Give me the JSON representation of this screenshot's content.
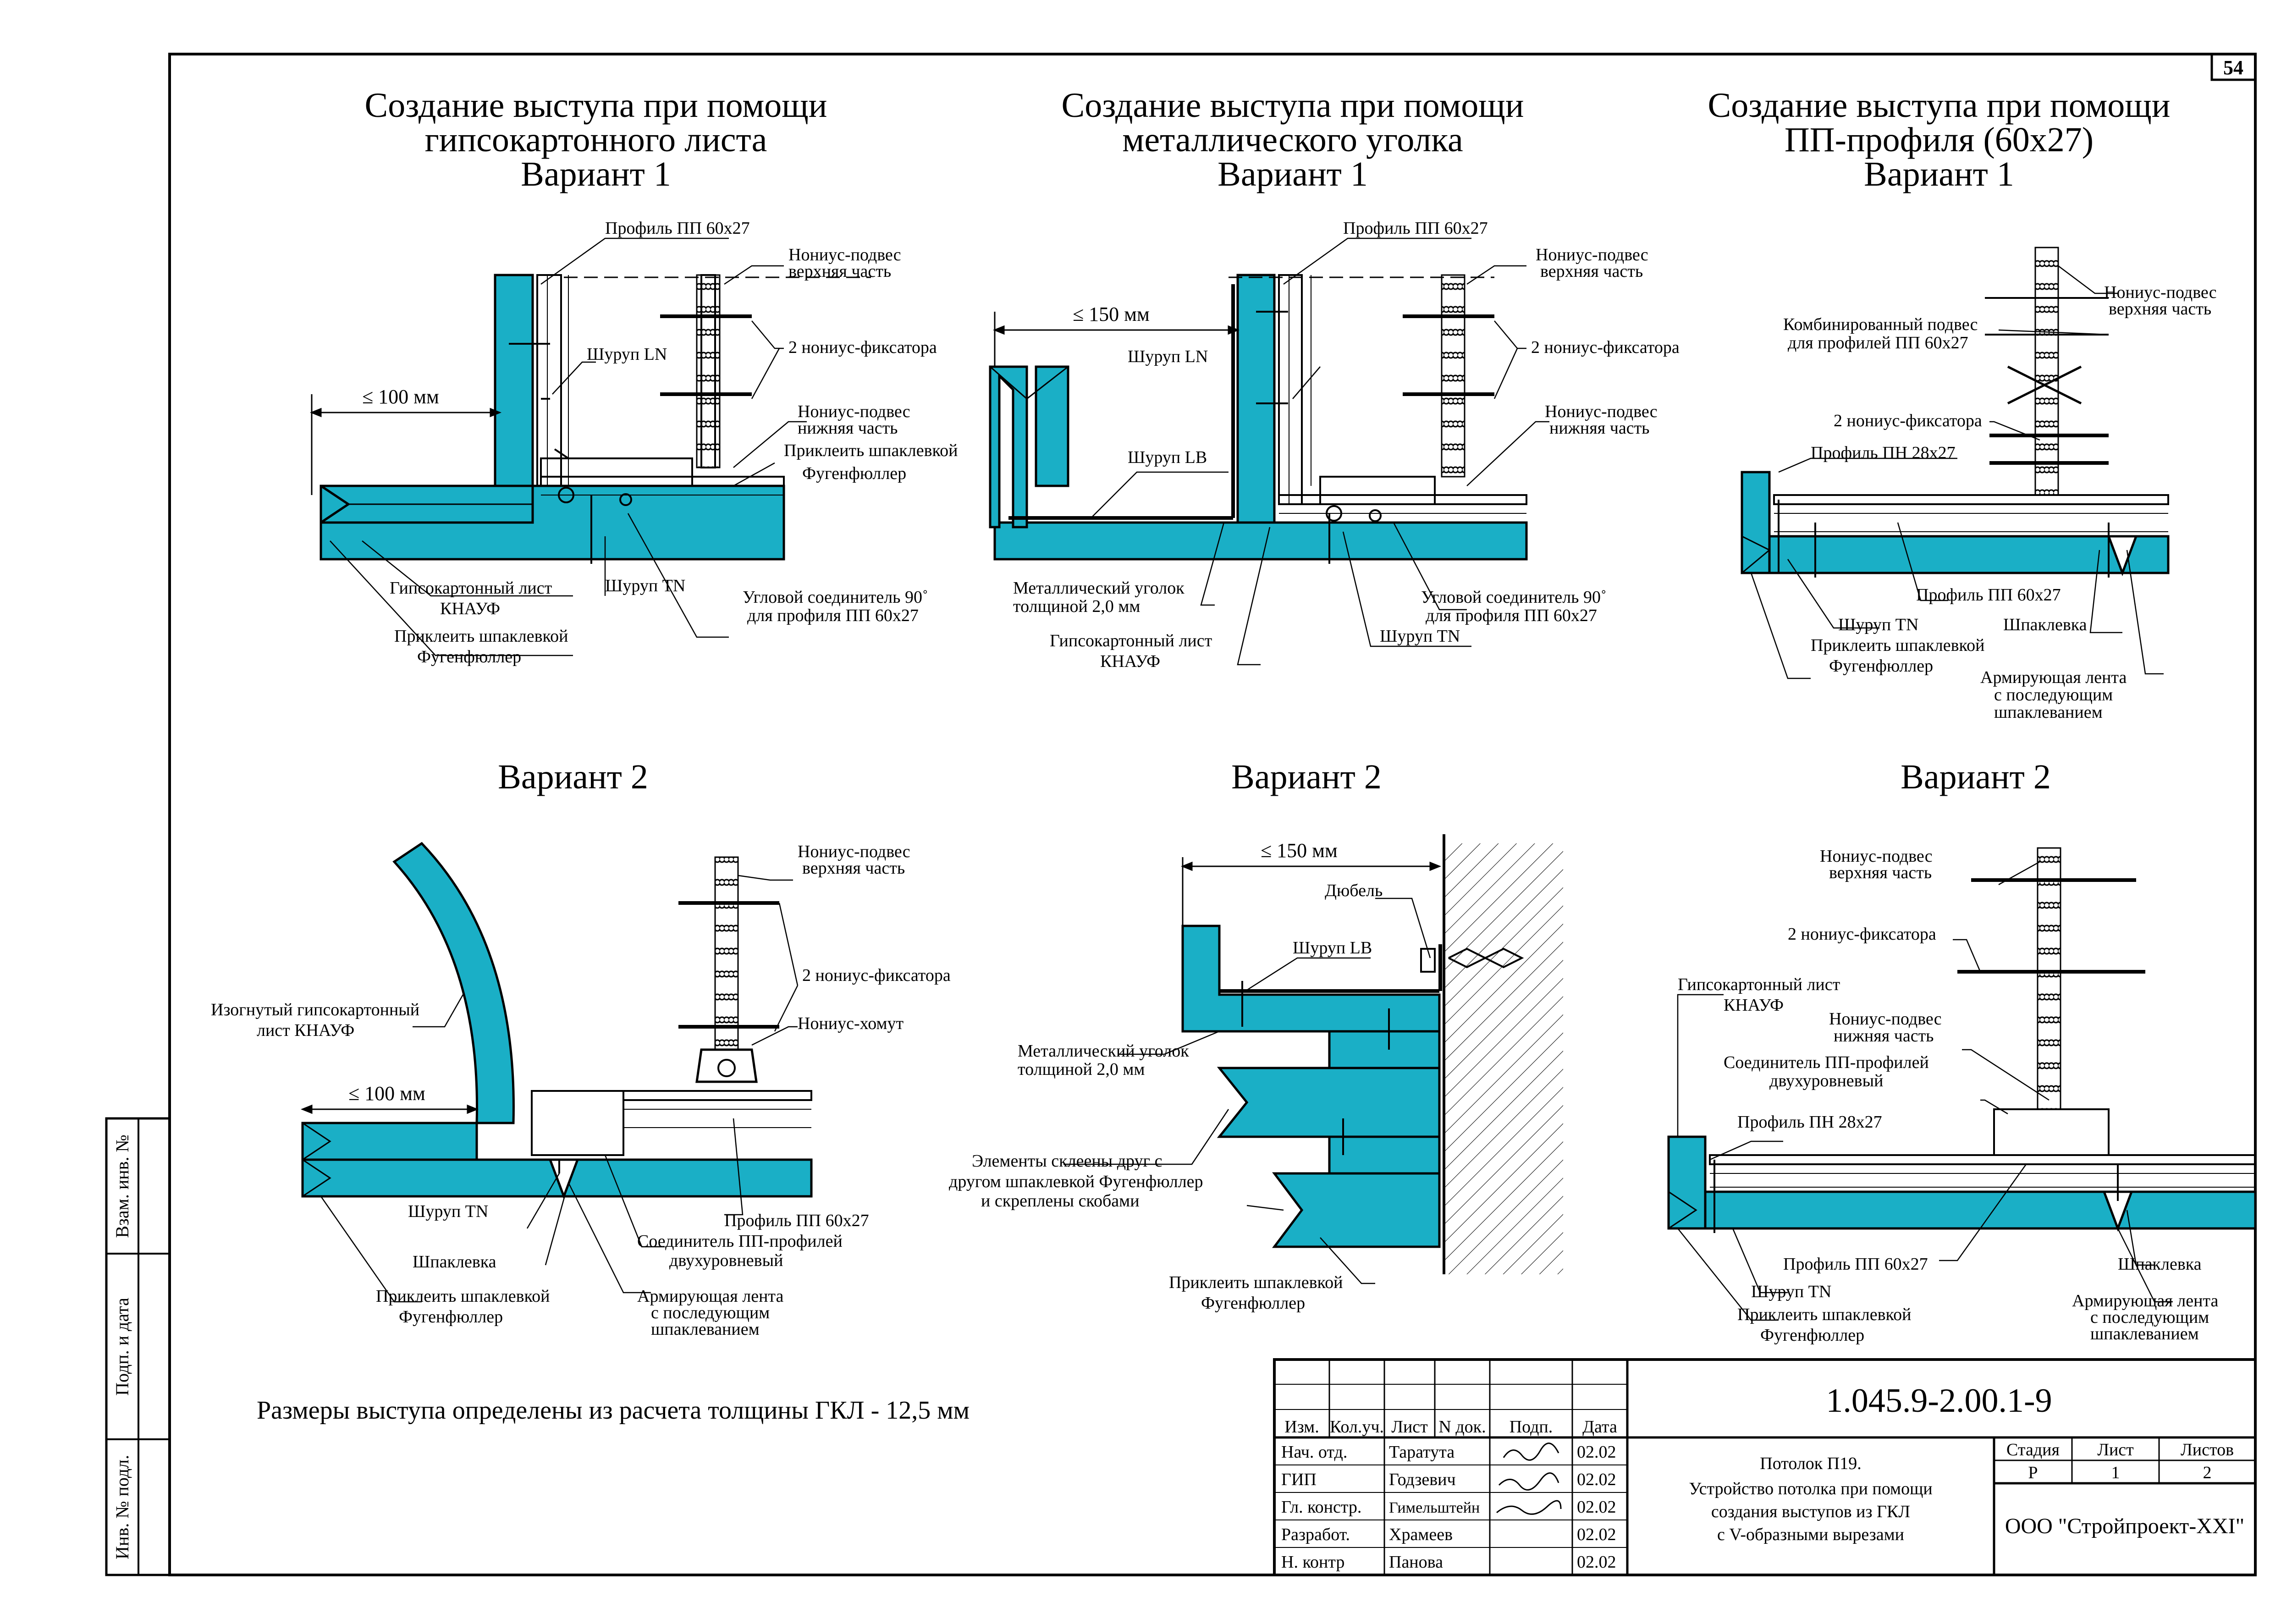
{
  "sheet_number": "54",
  "side_labels": [
    "Взам. инв. №",
    "Подп. и дата",
    "Инв. № подл."
  ],
  "titles": [
    [
      "Создание выступа при помощи",
      "гипсокартонного листа",
      "Вариант 1"
    ],
    [
      "Создание выступа при помощи",
      "металлического уголка",
      "Вариант 1"
    ],
    [
      "Создание выступа при помощи",
      "ПП-профиля (60х27)",
      "Вариант 1"
    ]
  ],
  "variant2": "Вариант 2",
  "colors": {
    "gkl": "#1AAFC6",
    "line": "#000000"
  },
  "callouts": {
    "d1": {
      "profile": "Профиль ПП 60х27",
      "hanger_top": [
        "Нониус-подвес",
        "верхняя часть"
      ],
      "screw_ln": "Шуруп LN",
      "fixators": "2 нониус-фиксатора",
      "hanger_bottom": [
        "Нониус-подвес",
        "нижняя часть"
      ],
      "glue": [
        "Приклеить шпаклевкой",
        "Фугенфюллер"
      ],
      "dim": "≤ 100 мм",
      "gkl": [
        "Гипсокартонный лист",
        "КНАУФ"
      ],
      "screw_tn": "Шуруп TN",
      "glue2": [
        "Приклеить шпаклевкой",
        "Фугенфюллер"
      ],
      "corner": [
        "Угловой соединитель 90˚",
        "для профиля ПП 60х27"
      ]
    },
    "d2": {
      "profile": "Профиль ПП 60х27",
      "hanger_top": [
        "Нониус-подвес",
        "верхняя часть"
      ],
      "dim": "≤ 150 мм",
      "screw_ln": "Шуруп LN",
      "fixators": "2 нониус-фиксатора",
      "hanger_bottom": [
        "Нониус-подвес",
        "нижняя часть"
      ],
      "screw_lb": "Шуруп LB",
      "angle": [
        "Металлический уголок",
        "толщиной 2,0 мм"
      ],
      "gkl": [
        "Гипсокартонный лист",
        "КНАУФ"
      ],
      "corner": [
        "Угловой соединитель 90˚",
        "для профиля ПП 60х27"
      ],
      "screw_tn": "Шуруп TN"
    },
    "d3": {
      "hanger_top": [
        "Нониус-подвес",
        "верхняя часть"
      ],
      "combined": [
        "Комбинированный подвес",
        "для профилей ПП 60х27"
      ],
      "fixators": "2 нониус-фиксатора",
      "pn": "Профиль ПН 28х27",
      "pp": "Профиль ПП 60х27",
      "screw_tn": "Шуруп TN",
      "putty": "Шпаклевка",
      "glue": [
        "Приклеить шпаклевкой",
        "Фугенфюллер"
      ],
      "tape": [
        "Армирующая лента",
        "с последующим",
        "шпаклеванием"
      ]
    },
    "d4": {
      "hanger_top": [
        "Нониус-подвес",
        "верхняя часть"
      ],
      "fixators": "2 нониус-фиксатора",
      "clamp": "Нониус-хомут",
      "bent": [
        "Изогнутый гипсокартонный",
        "лист КНАУФ"
      ],
      "dim": "≤ 100 мм",
      "pp": "Профиль ПП 60х27",
      "screw_tn": "Шуруп TN",
      "connector": [
        "Соединитель ПП-профилей",
        "двухуровневый"
      ],
      "putty": "Шпаклевка",
      "tape": [
        "Армирующая лента",
        "с последующим",
        "шпаклеванием"
      ],
      "glue": [
        "Приклеить шпаклевкой",
        "Фугенфюллер"
      ]
    },
    "d5": {
      "dim": "≤ 150 мм",
      "dowel": "Дюбель",
      "screw_lb": "Шуруп LB",
      "angle": [
        "Металлический уголок",
        "толщиной 2,0 мм"
      ],
      "glued": [
        "Элементы склеены друг с",
        "другом шпаклевкой Фугенфюллер",
        "и скреплены скобами"
      ],
      "glue": [
        "Приклеить шпаклевкой",
        "Фугенфюллер"
      ]
    },
    "d6": {
      "hanger_top": [
        "Нониус-подвес",
        "верхняя часть"
      ],
      "fixators": "2 нониус-фиксатора",
      "gkl": [
        "Гипсокартонный лист",
        "КНАУФ"
      ],
      "hanger_bottom": [
        "Нониус-подвес",
        "нижняя часть"
      ],
      "connector": [
        "Соединитель ПП-профилей",
        "двухуровневый"
      ],
      "pn": "Профиль ПН 28х27",
      "pp": "Профиль ПП 60х27",
      "putty": "Шпаклевка",
      "screw_tn": "Шуруп TN",
      "glue": [
        "Приклеить шпаклевкой",
        "Фугенфюллер"
      ],
      "tape": [
        "Армирующая лента",
        "с последующим",
        "шпаклеванием"
      ]
    }
  },
  "footnote": "Размеры выступа определены из расчета толщины ГКЛ - 12,5 мм",
  "stamp": {
    "code": "1.045.9-2.00.1-9",
    "headers": [
      "Изм.",
      "Кол.уч.",
      "Лист",
      "N док.",
      "Подп.",
      "Дата"
    ],
    "rows": [
      {
        "role": "Нач. отд.",
        "name": "Таратута",
        "date": "02.02"
      },
      {
        "role": "ГИП",
        "name": "Годзевич",
        "date": "02.02"
      },
      {
        "role": "Гл. констр.",
        "name": "Гимельштейн",
        "date": "02.02"
      },
      {
        "role": "Разработ.",
        "name": "Храмеев",
        "date": "02.02"
      },
      {
        "role": "Н. контр",
        "name": "Панова",
        "date": "02.02"
      }
    ],
    "title_lines": [
      "Потолок П19.",
      "Устройство потолка при помощи",
      "создания выступов из ГКЛ",
      "с V-образными вырезами"
    ],
    "stage_label": "Стадия",
    "sheet_label": "Лист",
    "sheets_label": "Листов",
    "stage": "Р",
    "sheet": "1",
    "sheets": "2",
    "org": "ООО \"Стройпроект-XXI\""
  }
}
